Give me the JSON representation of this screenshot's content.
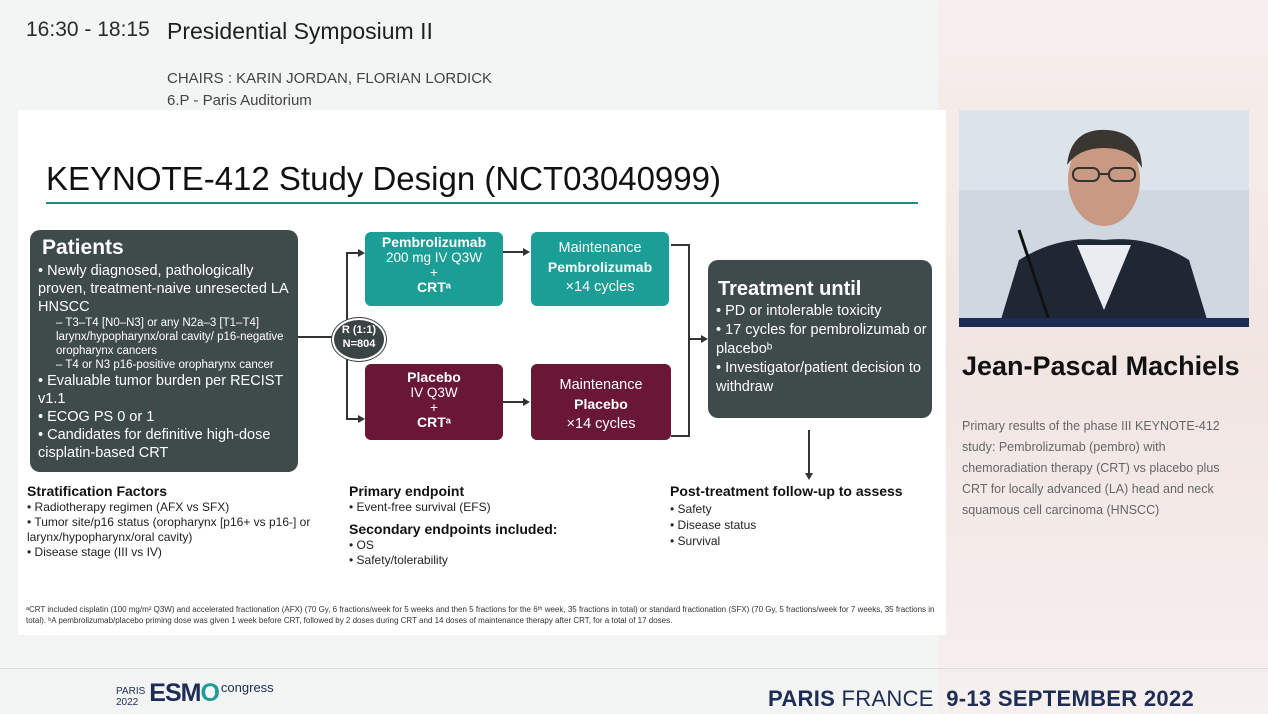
{
  "header": {
    "time": "16:30 - 18:15",
    "session": "Presidential Symposium II",
    "chairs": "CHAIRS : KARIN JORDAN, FLORIAN LORDICK",
    "room": "6.P - Paris Auditorium"
  },
  "slide": {
    "title": "KEYNOTE-412 Study Design (NCT03040999)",
    "patients": {
      "heading": "Patients",
      "items": [
        "• Newly diagnosed, pathologically proven, treatment-naive unresected LA HNSCC",
        "–   T3–T4 [N0–N3] or any N2a–3 [T1–T4] larynx/hypopharynx/oral cavity/ p16-negative oropharynx cancers",
        "–   T4 or N3 p16-positive oropharynx cancer",
        "• Evaluable tumor burden per RECIST v1.1",
        "• ECOG PS 0 or 1",
        "• Candidates for definitive high-dose cisplatin-based CRT"
      ]
    },
    "randomization": {
      "line1": "R (1:1)",
      "line2": "N=804"
    },
    "arm_pembro": {
      "drug": "Pembrolizumab",
      "dose": "200 mg IV Q3W",
      "plus": "+",
      "crt": "CRTᵃ"
    },
    "maint_pembro": {
      "label": "Maintenance",
      "drug": "Pembrolizumab",
      "cycles": "×14 cycles"
    },
    "arm_placebo": {
      "drug": "Placebo",
      "dose": "IV Q3W",
      "plus": "+",
      "crt": "CRTᵃ"
    },
    "maint_placebo": {
      "label": "Maintenance",
      "drug": "Placebo",
      "cycles": "×14 cycles"
    },
    "treatment_until": {
      "heading": "Treatment until",
      "items": [
        "• PD or intolerable toxicity",
        "• 17 cycles for pembrolizumab   or placeboᵇ",
        "• Investigator/patient decision   to withdraw"
      ]
    },
    "stratification": {
      "heading": "Stratification Factors",
      "items": [
        "Radiotherapy regimen (AFX vs SFX)",
        "Tumor site/p16 status (oropharynx [p16+ vs p16-] or larynx/hypopharynx/oral cavity)",
        "Disease stage (III vs IV)"
      ]
    },
    "primary": {
      "heading": "Primary endpoint",
      "items": [
        "Event-free survival (EFS)"
      ]
    },
    "secondary": {
      "heading": "Secondary endpoints included:",
      "items": [
        "OS",
        "Safety/tolerability"
      ]
    },
    "followup": {
      "heading": "Post-treatment follow-up to assess",
      "items": [
        "Safety",
        "Disease status",
        "Survival"
      ]
    },
    "footnote": "ᵃCRT included cisplatin (100 mg/m² Q3W) and accelerated fractionation (AFX) (70 Gy, 6 fractions/week for 5 weeks and then 5 fractions for the 6ᵗʰ week, 35 fractions in total) or standard fractionation (SFX) (70 Gy, 5 fractions/week for 7 weeks, 35 fractions in total). ᵇA pembrolizumab/placebo priming dose was given 1 week before CRT, followed by 2 doses during CRT and 14 doses of maintenance therapy after CRT, for a total of 17 doses."
  },
  "speaker": {
    "name": "Jean-Pascal Machiels",
    "talk": "Primary results of the phase III KEYNOTE-412 study: Pembrolizumab (pembro) with chemoradiation therapy (CRT) vs placebo plus CRT for locally advanced (LA) head and neck squamous cell carcinoma (HNSCC)"
  },
  "footer": {
    "logo_city": "PARIS",
    "logo_year": "2022",
    "logo_text_1": "ESM",
    "logo_text_2": "O",
    "logo_suffix": "congress",
    "event_city": "PARIS",
    "event_country": "FRANCE",
    "event_dates": "9-13 SEPTEMBER 2022"
  },
  "colors": {
    "teal": "#1a9e96",
    "maroon": "#6a1736",
    "dark": "#3f4a4b",
    "navy": "#1e2d55"
  }
}
